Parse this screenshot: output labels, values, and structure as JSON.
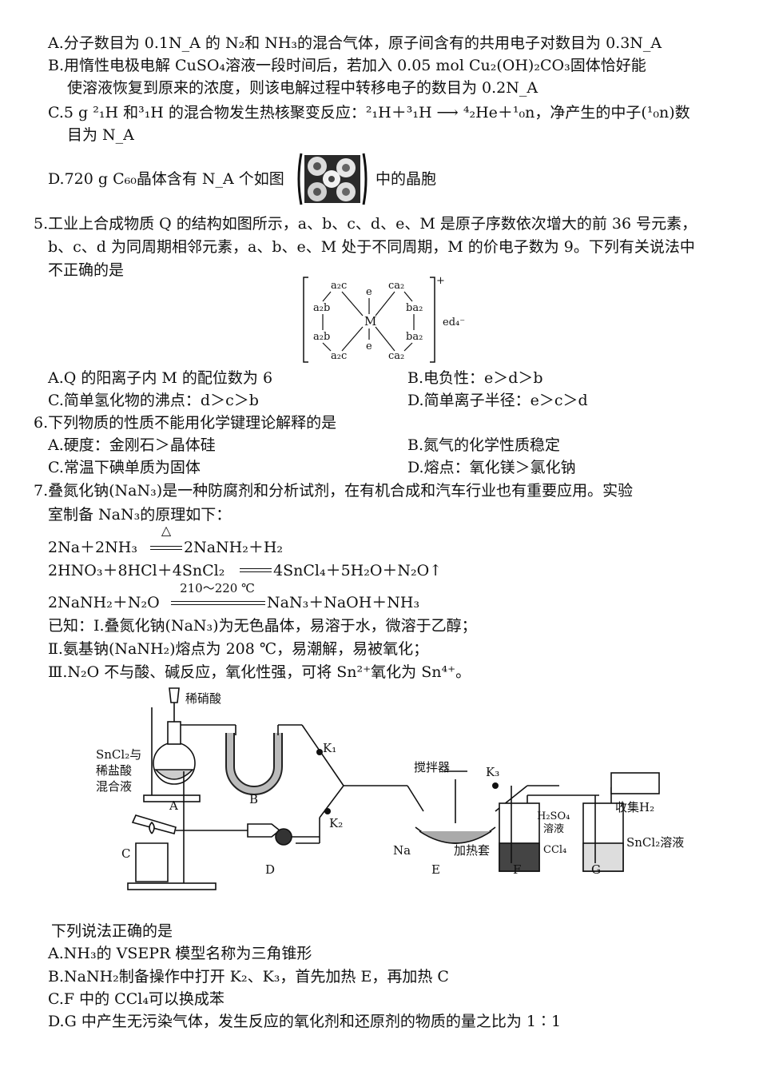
{
  "q4": {
    "optA": "A.分子数目为 0.1N_A 的 N₂和 NH₃的混合气体，原子间含有的共用电子对数目为 0.3N_A",
    "optB1": "B.用惰性电极电解 CuSO₄溶液一段时间后，若加入 0.05 mol Cu₂(OH)₂CO₃固体恰好能",
    "optB2": "使溶液恢复到原来的浓度，则该电解过程中转移电子的数目为 0.2N_A",
    "optC1": "C.5 g ²₁H 和³₁H 的混合物发生热核聚变反应：²₁H＋³₁H ⟶ ⁴₂He＋¹₀n，净产生的中子(¹₀n)数",
    "optC2": "目为 N_A",
    "optD_pre": "D.720 g C₆₀晶体含有 N_A 个如图",
    "optD_post": "中的晶胞"
  },
  "q5": {
    "stem1": "5.工业上合成物质 Q 的结构如图所示，a、b、c、d、e、M 是原子序数依次增大的前 36 号元素，",
    "stem2": "b、c、d 为同周期相邻元素，a、b、e、M 处于不同周期，M 的价电子数为 9。下列有关说法中",
    "stem3": "不正确的是",
    "struct": {
      "a2c": "a₂c",
      "ca2": "ca₂",
      "a2b": "a₂b",
      "ba2": "ba₂",
      "e": "e",
      "M": "M",
      "charge": "+",
      "anion": "ed₄⁻"
    },
    "optA": "A.Q 的阳离子内 M 的配位数为 6",
    "optB": "B.电负性：e＞d＞b",
    "optC": "C.简单氢化物的沸点：d＞c＞b",
    "optD": "D.简单离子半径：e＞c＞d"
  },
  "q6": {
    "stem": "6.下列物质的性质不能用化学键理论解释的是",
    "optA": "A.硬度：金刚石＞晶体硅",
    "optB": "B.氮气的化学性质稳定",
    "optC": "C.常温下碘单质为固体",
    "optD": "D.熔点：氧化镁＞氯化钠"
  },
  "q7": {
    "stem1": "7.叠氮化钠(NaN₃)是一种防腐剂和分析试剂，在有机合成和汽车行业也有重要应用。实验",
    "stem2": "室制备 NaN₃的原理如下：",
    "eq1_left": "2Na＋2NH₃",
    "eq1_cond": "△",
    "eq1_right": "2NaNH₂＋H₂",
    "eq2_left": "2HNO₃＋8HCl＋4SnCl₂",
    "eq2_right": "4SnCl₄＋5H₂O＋N₂O↑",
    "eq3_left": "2NaNH₂＋N₂O",
    "eq3_cond": "210～220 ℃",
    "eq3_right": "NaN₃＋NaOH＋NH₃",
    "known1": "已知：Ⅰ.叠氮化钠(NaN₃)为无色晶体，易溶于水，微溶于乙醇；",
    "known2": "Ⅱ.氨基钠(NaNH₂)熔点为 208 ℃，易潮解，易被氧化；",
    "known3": "Ⅲ.N₂O 不与酸、碱反应，氧化性强，可将 Sn²⁺氧化为 Sn⁴⁺。",
    "apparatus": {
      "acid": "稀硝酸",
      "mix1": "SnCl₂与",
      "mix2": "稀盐酸",
      "mix3": "混合液",
      "A": "A",
      "B": "B",
      "C": "C",
      "D": "D",
      "E": "E",
      "F": "F",
      "G": "G",
      "K1": "K₁",
      "K2": "K₂",
      "K3": "K₃",
      "stirrer": "搅拌器",
      "Na": "Na",
      "heater": "加热套",
      "h2so4a": "H₂SO₄",
      "h2so4b": "溶液",
      "ccl4": "CCl₄",
      "sncl2sol": "SnCl₂溶液",
      "collect": "收集H₂"
    },
    "ask": "下列说法正确的是",
    "optA": "A.NH₃的 VSEPR 模型名称为三角锥形",
    "optB": "B.NaNH₂制备操作中打开 K₂、K₃，首先加热 E，再加热 C",
    "optC": "C.F 中的 CCl₄可以换成苯",
    "optD": "D.G 中产生无污染气体，发生反应的氧化剂和还原剂的物质的量之比为 1∶1"
  }
}
